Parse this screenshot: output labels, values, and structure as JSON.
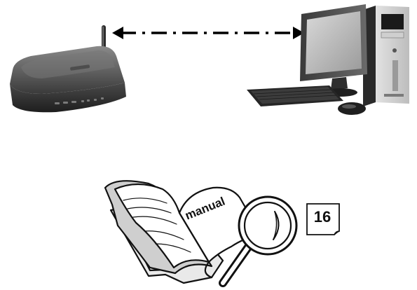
{
  "connection": {
    "style": "dash-dot",
    "direction": "bidirectional",
    "color": "#000000"
  },
  "icons": {
    "router": "router-icon",
    "desktop": "desktop-computer-icon",
    "manual": "manual-book-icon",
    "magnifier": "magnifying-glass-icon"
  },
  "manual": {
    "cover_text": "manual"
  },
  "page_reference": {
    "number": "16"
  }
}
